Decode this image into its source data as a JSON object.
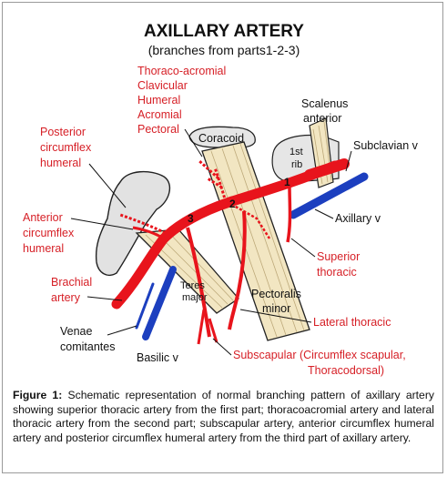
{
  "title": "AXILLARY ARTERY",
  "subtitle": "(branches from parts1-2-3)",
  "labels": {
    "thoraco_group": [
      "Thoraco-acromial",
      "Clavicular",
      "Humeral",
      "Acromial",
      "Pectoral"
    ],
    "scalenus": [
      "Scalenus",
      "anterior"
    ],
    "coracoid": "Coracoid",
    "first_rib": [
      "1st",
      "rib"
    ],
    "subclavian_v": "Subclavian v",
    "axillary_v": "Axillary v",
    "posterior_circumflex": [
      "Posterior",
      "circumflex",
      "humeral"
    ],
    "anterior_circumflex": [
      "Anterior",
      "circumflex",
      "humeral"
    ],
    "superior_thoracic": [
      "Superior",
      "thoracic"
    ],
    "brachial": [
      "Brachial",
      "artery"
    ],
    "teres_major": [
      "Teres",
      "major"
    ],
    "pectoralis_minor": [
      "Pectoralis",
      "minor"
    ],
    "venae_comitantes": [
      "Venae",
      "comitantes"
    ],
    "lateral_thoracic": "Lateral thoracic",
    "basilic_v": "Basilic v",
    "subscapular": [
      "Subscapular (Circumflex scapular,",
      "Thoracodorsal)"
    ],
    "part_numbers": [
      "1",
      "2",
      "3"
    ]
  },
  "caption": {
    "lead": "Figure 1:",
    "text": "Schematic representation of normal branching pattern of axillary artery showing superior thoracic artery from the first part; thoracoacromial artery and lateral thoracic artery from the second part; subscapular artery, anterior circumflex humeral artery and posterior circumflex humeral artery from the third part of axillary artery."
  },
  "colors": {
    "artery": "#e8141c",
    "vein": "#1c3fbf",
    "muscle": "#f2e6c2",
    "bone": "#e2e2e2",
    "label_red": "#d61f26"
  }
}
